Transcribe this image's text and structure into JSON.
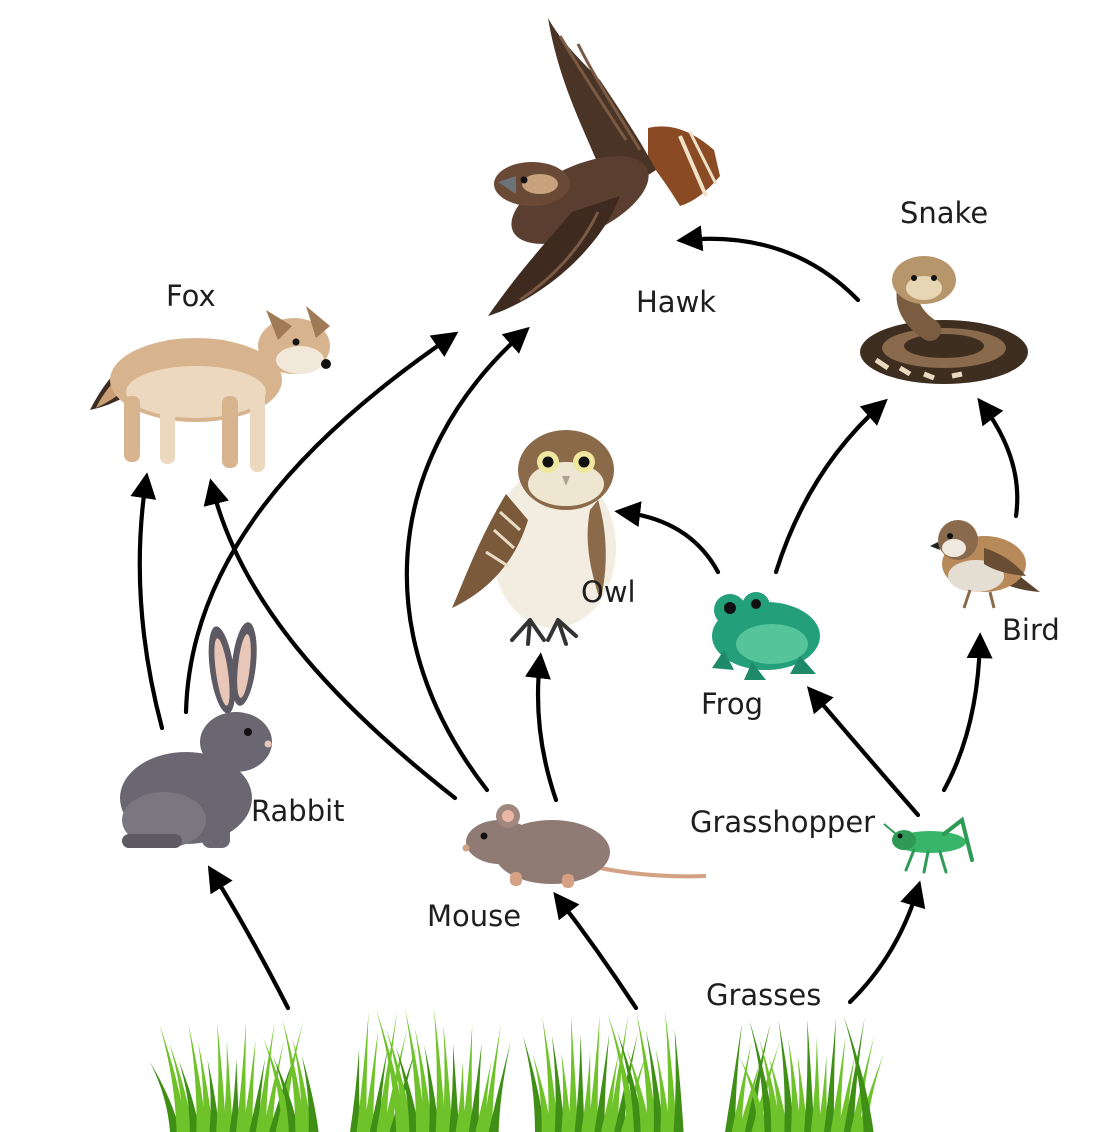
{
  "organisms": {
    "hawk": {
      "label": "Hawk",
      "icon": "hawk-icon"
    },
    "snake": {
      "label": "Snake",
      "icon": "snake-icon"
    },
    "fox": {
      "label": "Fox",
      "icon": "fox-icon"
    },
    "owl": {
      "label": "Owl",
      "icon": "owl-icon"
    },
    "frog": {
      "label": "Frog",
      "icon": "frog-icon"
    },
    "bird": {
      "label": "Bird",
      "icon": "bird-icon"
    },
    "rabbit": {
      "label": "Rabbit",
      "icon": "rabbit-icon"
    },
    "mouse": {
      "label": "Mouse",
      "icon": "mouse-icon"
    },
    "grasshopper": {
      "label": "Grasshopper",
      "icon": "grasshopper-icon"
    },
    "grasses": {
      "label": "Grasses",
      "icon": "grass-icon"
    }
  },
  "links": [
    {
      "from": "grasses",
      "to": "rabbit"
    },
    {
      "from": "grasses",
      "to": "mouse"
    },
    {
      "from": "grasses",
      "to": "grasshopper"
    },
    {
      "from": "rabbit",
      "to": "fox"
    },
    {
      "from": "rabbit",
      "to": "hawk"
    },
    {
      "from": "mouse",
      "to": "fox"
    },
    {
      "from": "mouse",
      "to": "hawk"
    },
    {
      "from": "mouse",
      "to": "owl"
    },
    {
      "from": "grasshopper",
      "to": "frog"
    },
    {
      "from": "grasshopper",
      "to": "bird"
    },
    {
      "from": "frog",
      "to": "owl"
    },
    {
      "from": "frog",
      "to": "snake"
    },
    {
      "from": "bird",
      "to": "snake"
    },
    {
      "from": "snake",
      "to": "hawk"
    }
  ],
  "colors": {
    "arrow": "#000000",
    "grass": "#6fc22a",
    "grass_dark": "#3f8f16"
  }
}
